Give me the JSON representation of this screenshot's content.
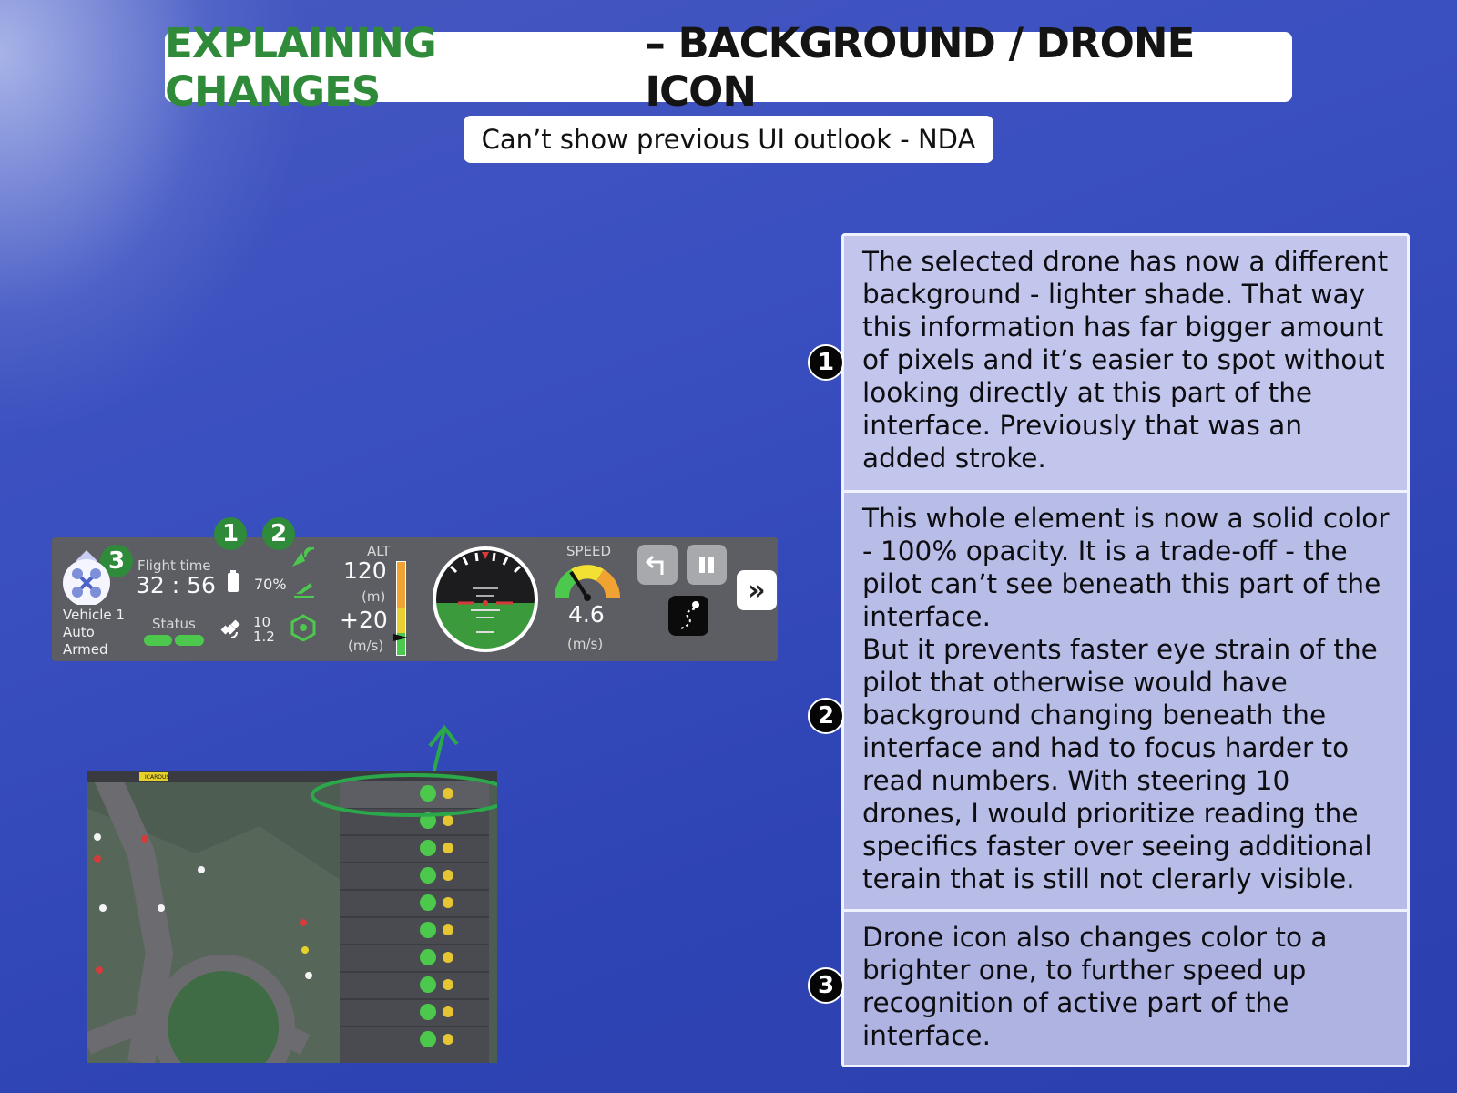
{
  "header": {
    "title_highlight": "EXPLAINING CHANGES",
    "title_rest": " – BACKGROUND / DRONE ICON",
    "subtitle": "Can’t show previous UI outlook - NDA"
  },
  "explanations": [
    {
      "number": "1",
      "text": "The selected drone has now a different background - lighter shade. That way this information has far bigger amount of pixels and it’s easier to spot without looking directly at this part of the interface. Previously that was an added stroke."
    },
    {
      "number": "2",
      "text": "This whole element is now a solid color - 100% opacity. It is a trade-off - the pilot can’t see beneath this part of the interface.\nBut it prevents faster eye strain of the pilot that otherwise would have background changing beneath the interface and had to focus harder to read numbers. With steering 10 drones, I would prioritize reading the specifics faster over seeing additional terain that is still not clerarly visible."
    },
    {
      "number": "3",
      "text": "Drone icon also changes color to a brighter one, to further speed up recognition of active part of the interface."
    }
  ],
  "drone_bar": {
    "markers": [
      "1",
      "2",
      "3"
    ],
    "vehicle_name": "Vehicle 1",
    "mode": "Auto",
    "state": "Armed",
    "flight_time_label": "Flight time",
    "flight_time": "32 : 56",
    "battery": "70%",
    "status_label": "Status",
    "satellites": "10",
    "hdop": "1.2",
    "alt_label": "ALT",
    "altitude": "120",
    "alt_unit": "(m)",
    "vspeed": "+20",
    "vspeed_unit": "(m/s)",
    "speed_label": "SPEED",
    "speed": "4.6",
    "speed_unit": "(m/s)",
    "altitude_level": 0.55,
    "speed_gauge_fraction": 0.3,
    "colors": {
      "bar": "#5a5b60",
      "accent_green": "#2f8a3a",
      "status_green": "#4cc94c"
    }
  },
  "preview": {
    "brand": "ICAROUS"
  }
}
